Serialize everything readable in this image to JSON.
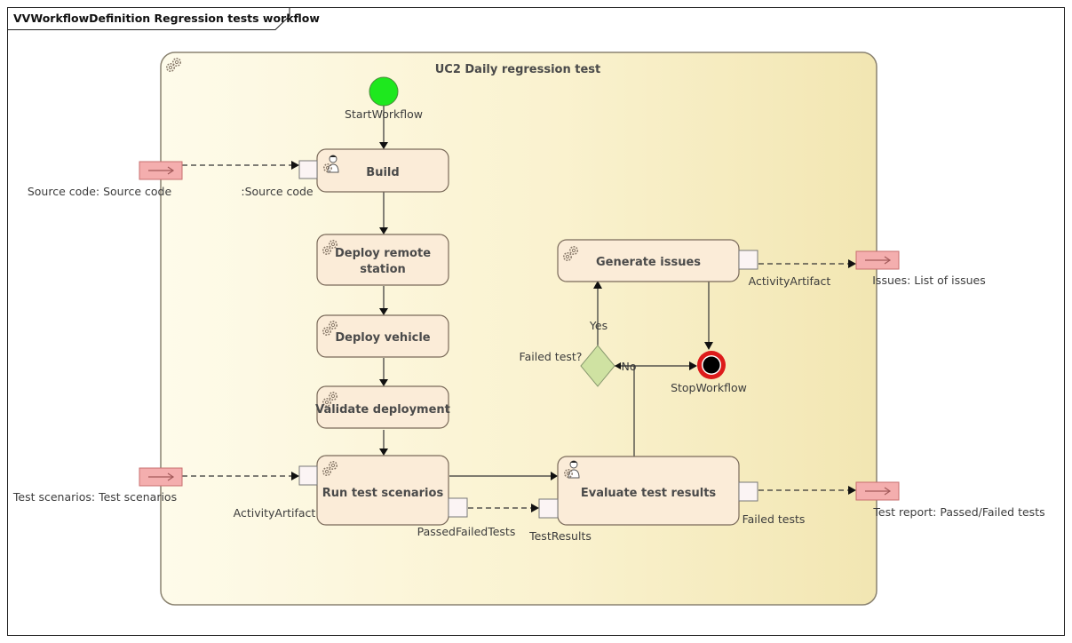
{
  "frame": {
    "title": "VVWorkflowDefinition Regression tests workflow"
  },
  "partition": {
    "title": "UC2 Daily regression test"
  },
  "colors": {
    "partition_light": "#fdf9e4",
    "partition_dark": "#f3e9b8",
    "action_fill": "#fbecd8",
    "action_stroke": "#7a6a5a",
    "start_fill": "#1ee81e",
    "end_ring": "#dd1b1b",
    "decision_fill": "#cfe2a2",
    "param_fill": "#f4aeae",
    "param_stroke": "#c86f6f",
    "pin_fill": "#fbf4f4",
    "line": "#333333"
  },
  "nodes": {
    "start": {
      "label": "StartWorkflow"
    },
    "stop": {
      "label": "StopWorkflow"
    },
    "decision": {
      "label": "Failed test?"
    },
    "build": {
      "label": "Build",
      "icon": "human-actor-gear-icon"
    },
    "deploy_remote": {
      "line1": "Deploy remote",
      "line2": "station",
      "icon": "gear-icon"
    },
    "deploy_vehicle": {
      "label": "Deploy vehicle",
      "icon": "gear-icon"
    },
    "validate": {
      "label": "Validate deployment",
      "icon": "gear-icon"
    },
    "run_tests": {
      "label": "Run test scenarios",
      "icon": "gear-icon"
    },
    "evaluate": {
      "label": "Evaluate test results",
      "icon": "human-actor-gear-icon"
    },
    "generate": {
      "label": "Generate issues",
      "icon": "gear-icon"
    }
  },
  "pins": {
    "source_code_in": ":Source code",
    "run_artifact_in": "ActivityArtifact",
    "passed_failed_out": "PassedFailedTests",
    "test_results_in": "TestResults",
    "failed_tests_out": "Failed tests",
    "generate_artifact_out": "ActivityArtifact"
  },
  "parameters": {
    "source_code": "Source code: Source code",
    "test_scenarios": "Test scenarios: Test scenarios",
    "issues": "Issues: List of issues",
    "test_report": "Test report: Passed/Failed tests"
  },
  "guards": {
    "yes": "Yes",
    "no": "No"
  }
}
